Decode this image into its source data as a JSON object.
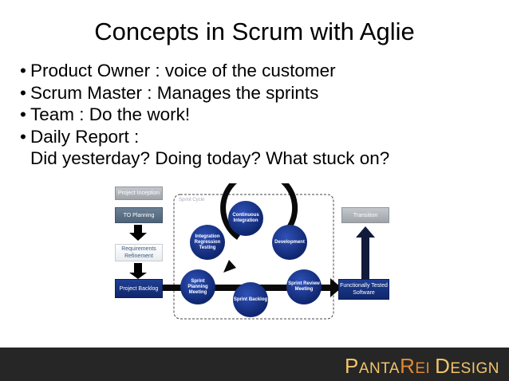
{
  "slide": {
    "title": "Concepts in Scrum with Aglie",
    "bullets": [
      "Product Owner : voice of the customer",
      "Scrum Master : Manages the sprints",
      "Team : Do the work!",
      "Daily Report :"
    ],
    "bullet_continuation": "Did yesterday? Doing today? What stuck on?",
    "bullet_glyph": "•"
  },
  "diagram": {
    "project_inception": "Project Inception",
    "to_planning": "TO Planning",
    "requirements_refinement": "Requirements Refinement",
    "project_backlog": "Project Backlog",
    "sprint_cycle": "Sprint Cycle",
    "continuous_integration": "Continuous Integration",
    "integration_regression_testing": "Integration Regression Testing",
    "development": "Development",
    "sprint_planning_meeting": "Sprint Planning Meeting",
    "sprint_review_meeting": "Sprint Review Meeting",
    "sprint_backlog": "Sprint Backlog",
    "transition": "Transition",
    "functionally_tested_software": "Functionally Tested Software"
  },
  "footer": {
    "brand_p": "P",
    "brand_anta": "ANTA",
    "brand_r": "R",
    "brand_ei": "EI ",
    "brand_d": "D",
    "brand_esign": "ESIGN"
  },
  "colors": {
    "footer_bg": "#262626",
    "brand": "#f2c46a",
    "brand_accent": "#e08830",
    "navy": "#10276b"
  }
}
